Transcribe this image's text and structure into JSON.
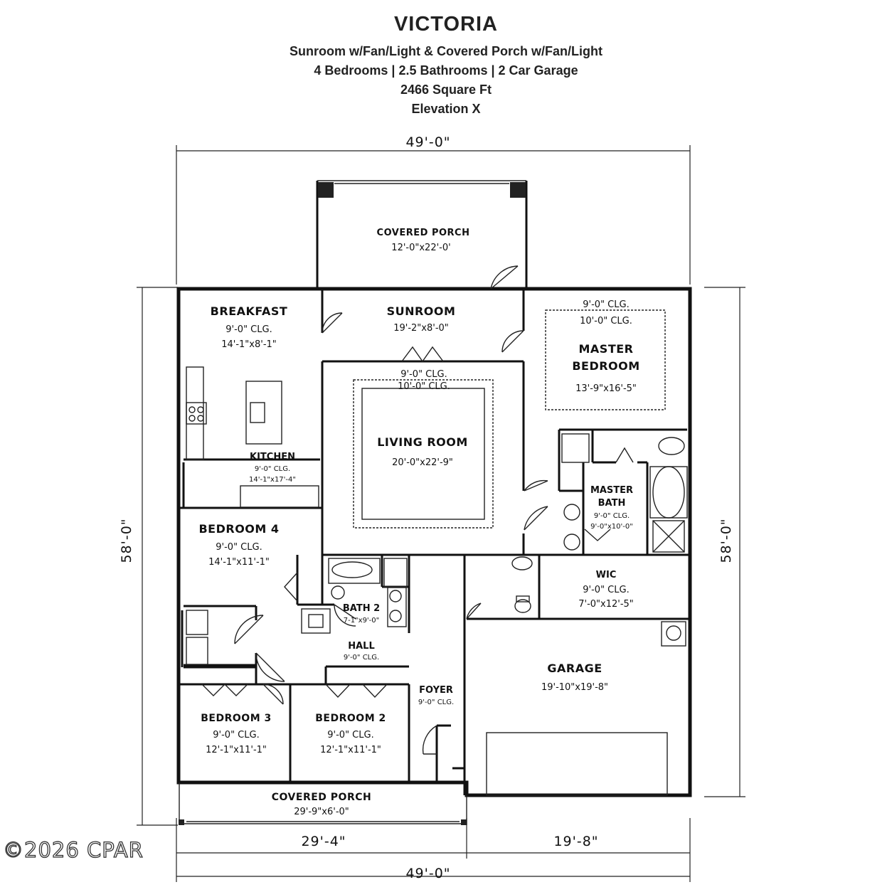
{
  "header": {
    "title": "VICTORIA",
    "line1": "Sunroom w/Fan/Light & Covered Porch w/Fan/Light",
    "line2": "4 Bedrooms | 2.5 Bathrooms | 2 Car Garage",
    "line3": "2466 Square Ft",
    "line4": "Elevation X"
  },
  "dimensions": {
    "top_width": "49'-0\"",
    "bottom_width": "49'-0\"",
    "bottom_left": "29'-4\"",
    "bottom_right": "19'-8\"",
    "left_depth": "58'-0\"",
    "right_depth": "58'-0\""
  },
  "rooms": {
    "covered_porch_rear": {
      "name": "COVERED PORCH",
      "size": "12'-0\"x22'-0'"
    },
    "sunroom": {
      "name": "SUNROOM",
      "size": "19'-2\"x8'-0\""
    },
    "breakfast": {
      "name": "BREAKFAST",
      "ceiling": "9'-0\" CLG.",
      "size": "14'-1\"x8'-1\""
    },
    "master_bedroom": {
      "name1": "MASTER",
      "name2": "BEDROOM",
      "ceiling1": "9'-0\" CLG.",
      "ceiling2": "10'-0\" CLG.",
      "size": "13'-9\"x16'-5\""
    },
    "living_room": {
      "name": "LIVING ROOM",
      "ceiling1": "9'-0\" CLG.",
      "ceiling2": "10'-0\" CLG.",
      "size": "20'-0\"x22'-9\""
    },
    "kitchen": {
      "name": "KITCHEN",
      "ceiling": "9'-0\" CLG.",
      "size": "14'-1\"x17'-4\""
    },
    "master_bath": {
      "name1": "MASTER",
      "name2": "BATH",
      "ceiling": "9'-0\" CLG.",
      "size": "9'-0\"x10'-0\""
    },
    "bedroom_4": {
      "name": "BEDROOM 4",
      "ceiling": "9'-0\" CLG.",
      "size": "14'-1\"x11'-1\""
    },
    "bath_2": {
      "name": "BATH 2",
      "size": "7-1\"x9'-0\""
    },
    "wic": {
      "name": "WIC",
      "ceiling": "9'-0\" CLG.",
      "size": "7'-0\"x12'-5\""
    },
    "hall": {
      "name": "HALL",
      "ceiling": "9'-0\" CLG."
    },
    "garage": {
      "name": "GARAGE",
      "size": "19'-10\"x19'-8\""
    },
    "foyer": {
      "name": "FOYER",
      "ceiling": "9'-0\" CLG."
    },
    "bedroom_3": {
      "name": "BEDROOM 3",
      "ceiling": "9'-0\" CLG.",
      "size": "12'-1\"x11'-1\""
    },
    "bedroom_2": {
      "name": "BEDROOM 2",
      "ceiling": "9'-0\" CLG.",
      "size": "12'-1\"x11'-1\""
    },
    "covered_porch_front": {
      "name": "COVERED PORCH",
      "size": "29'-9\"x6'-0\""
    }
  },
  "watermark": "©2026 CPAR"
}
